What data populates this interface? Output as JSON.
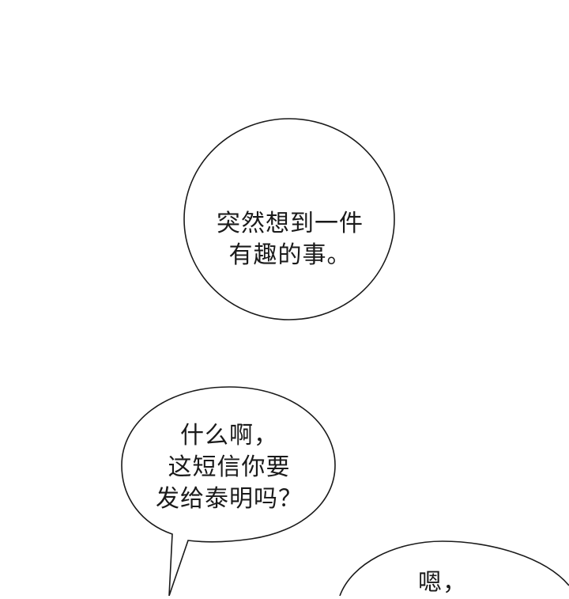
{
  "panel": {
    "background": "#ffffff",
    "ink": "#1a1a1a"
  },
  "bubbles": [
    {
      "lines": [
        "突然想到一件",
        "有趣的事。"
      ]
    },
    {
      "lines": [
        "什么啊，",
        "这短信你要",
        "发给泰明吗？"
      ]
    },
    {
      "lines": [
        "嗯，"
      ]
    }
  ]
}
